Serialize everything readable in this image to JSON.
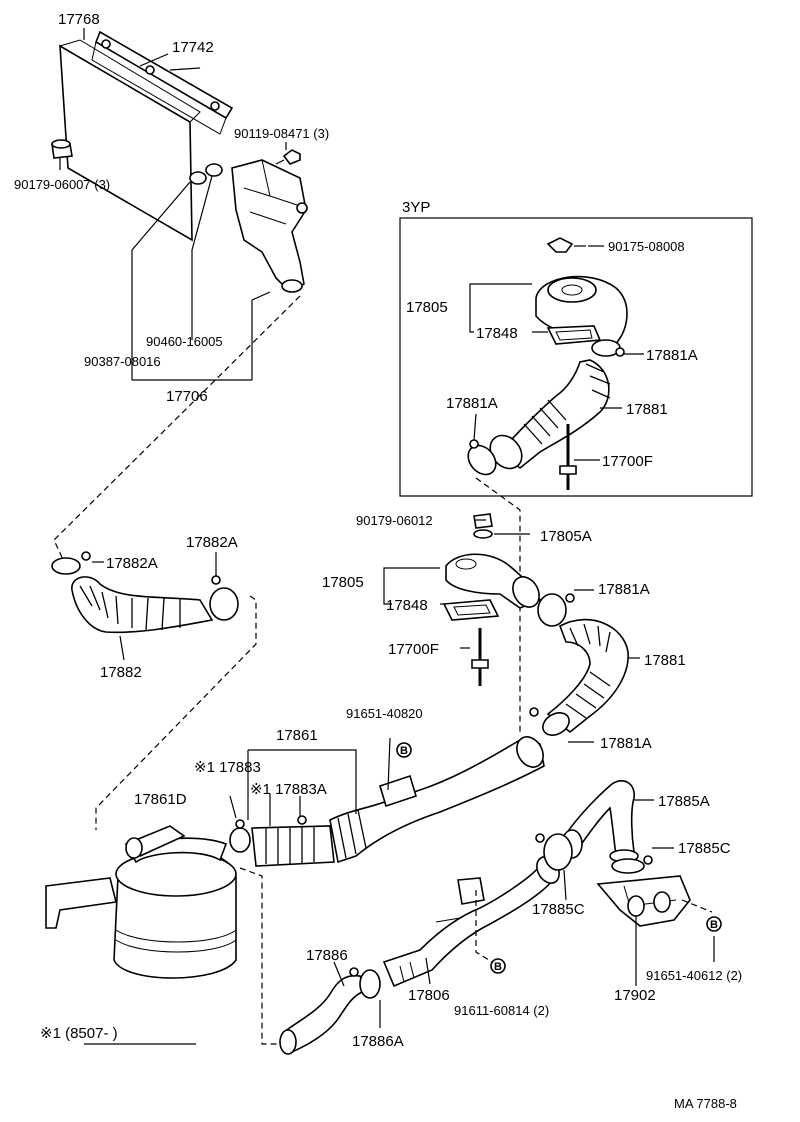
{
  "diagram": {
    "labels": {
      "p17768": "17768",
      "p17742": "17742",
      "p90119": "90119-08471 (3)",
      "p90179a": "90179-06007 (3)",
      "p90460": "90460-16005",
      "p90387": "90387-08016",
      "p17706": "17706",
      "box3yp": "3YP",
      "p90175": "90175-08008",
      "p17805_box": "17805",
      "p17848_box": "17848",
      "p17881A_box1": "17881A",
      "p17881A_box2": "17881A",
      "p17881_box": "17881",
      "p17700F_box": "17700F",
      "p90179b": "90179-06012",
      "p17805A": "17805A",
      "p17805": "17805",
      "p17848": "17848",
      "p17881A_1": "17881A",
      "p17700F": "17700F",
      "p17881": "17881",
      "p17881A_2": "17881A",
      "p17882A_1": "17882A",
      "p17882A_2": "17882A",
      "p17882": "17882",
      "p91651a": "91651-40820",
      "p17861": "17861",
      "p17883": "※1 17883",
      "p17883A": "※1 17883A",
      "p17861D": "17861D",
      "p17885A": "17885A",
      "p17885C_1": "17885C",
      "p17885C_2": "17885C",
      "p17886": "17886",
      "p17886A": "17886A",
      "p17806": "17806",
      "p91611": "91611-60814 (2)",
      "p91651b": "91651-40612 (2)",
      "p17902": "17902",
      "refB": "B",
      "footnote": "※1  (8507-          )",
      "code": "MA 7788-8"
    }
  }
}
